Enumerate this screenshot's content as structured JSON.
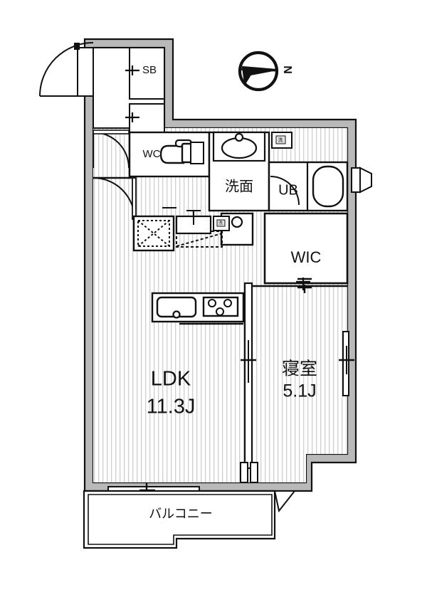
{
  "document": {
    "type": "floor-plan",
    "layout_name": "1LDK",
    "background_color": "#ffffff",
    "wall_fill_color": "#b9b9b9",
    "line_color": "#111111",
    "floor_texture": "vertical-hatch"
  },
  "compass": {
    "name": "north-arrow",
    "letter": "N",
    "direction": "arrow points to lower-left"
  },
  "rooms": [
    {
      "id": "ldk",
      "label": "LDK",
      "area": "11.3J",
      "name": "living-dining-kitchen"
    },
    {
      "id": "bedroom",
      "label": "寝室",
      "area": "5.1J",
      "name": "bedroom"
    },
    {
      "id": "wic",
      "label": "WIC",
      "area": "",
      "name": "walk-in-closet"
    },
    {
      "id": "washroom",
      "label": "洗面",
      "area": "",
      "name": "washroom"
    },
    {
      "id": "ub",
      "label": "UB",
      "area": "",
      "name": "unit-bath"
    },
    {
      "id": "wc",
      "label": "WC",
      "area": "",
      "name": "toilet"
    },
    {
      "id": "sb",
      "label": "SB",
      "area": "",
      "name": "shoe-box"
    },
    {
      "id": "balcony",
      "label": "バルコニー",
      "area": "",
      "name": "balcony"
    }
  ],
  "fixtures": [
    {
      "id": "toilet",
      "name": "toilet-fixture"
    },
    {
      "id": "vanity-sink",
      "name": "vanity-sink-fixture"
    },
    {
      "id": "bathtub",
      "name": "bathtub-fixture"
    },
    {
      "id": "washer-pan",
      "name": "washing-machine-pan"
    },
    {
      "id": "kitchen-sink",
      "name": "kitchen-sink-fixture"
    },
    {
      "id": "stove",
      "name": "gas-stove-fixture"
    },
    {
      "id": "closet-x",
      "name": "storage-closet-marker"
    },
    {
      "id": "entrance-door",
      "name": "entrance-door"
    }
  ],
  "small_marks": {
    "washer_tag": "洗",
    "washer_tag_2": "洗"
  },
  "text_sizes": {
    "room_big": "26",
    "room_small": "20",
    "tiny": "7"
  }
}
